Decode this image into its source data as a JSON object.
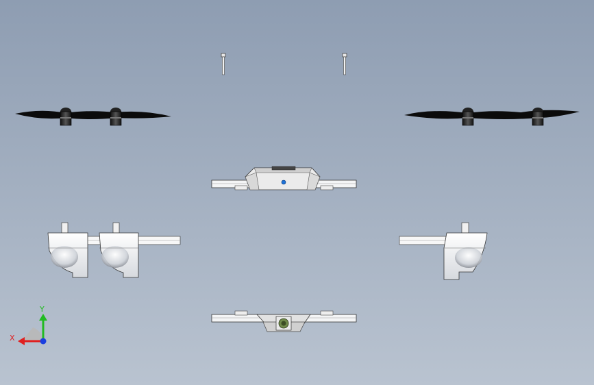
{
  "viewport": {
    "background_top": "#8e9db2",
    "background_bottom": "#b9c3d0"
  },
  "parts": {
    "screws": "screw",
    "propeller_left": "propeller-assembly",
    "propeller_right": "propeller-assembly",
    "body_top_view": "drone-body",
    "arm_left": "motor-arm",
    "arm_right": "motor-arm",
    "body_bottom_view": "drone-body-camera"
  },
  "triad": {
    "x_label": "X",
    "y_label": "Y",
    "x_color": "#e02020",
    "y_color": "#22bb22",
    "z_color": "#1a3fe0"
  }
}
